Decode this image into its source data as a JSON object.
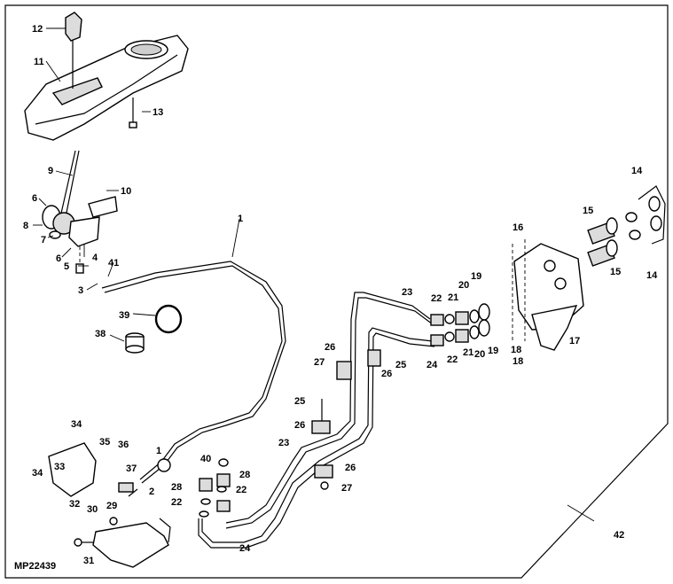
{
  "diagram": {
    "ref_id": "MP22439",
    "callouts": {
      "c1a": "1",
      "c1b": "1",
      "c2": "2",
      "c3": "3",
      "c4": "4",
      "c5": "5",
      "c6a": "6",
      "c6b": "6",
      "c7": "7",
      "c8": "8",
      "c9": "9",
      "c10": "10",
      "c11": "11",
      "c12": "12",
      "c13": "13",
      "c14a": "14",
      "c14b": "14",
      "c15a": "15",
      "c15b": "15",
      "c16": "16",
      "c17": "17",
      "c18a": "18",
      "c18b": "18",
      "c19a": "19",
      "c19b": "19",
      "c20a": "20",
      "c20b": "20",
      "c21a": "21",
      "c21b": "21",
      "c22a": "22",
      "c22b": "22",
      "c22c": "22",
      "c22d": "22",
      "c23a": "23",
      "c23b": "23",
      "c24a": "24",
      "c24b": "24",
      "c25a": "25",
      "c25b": "25",
      "c26a": "26",
      "c26b": "26",
      "c26c": "26",
      "c26d": "26",
      "c27a": "27",
      "c27b": "27",
      "c28a": "28",
      "c28b": "28",
      "c29": "29",
      "c30": "30",
      "c31": "31",
      "c32": "32",
      "c33": "33",
      "c34a": "34",
      "c34b": "34",
      "c35": "35",
      "c36": "36",
      "c37": "37",
      "c38": "38",
      "c39": "39",
      "c40": "40",
      "c41": "41",
      "c42": "42"
    }
  }
}
